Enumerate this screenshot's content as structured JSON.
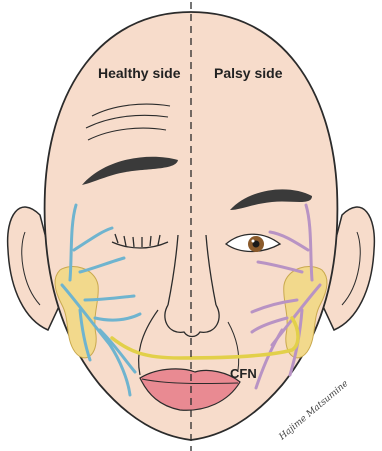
{
  "labels": {
    "healthy_side": "Healthy side",
    "palsy_side": "Palsy side",
    "cfn": "CFN"
  },
  "signature": "Hajime Matsumine",
  "colors": {
    "skin": "#f7dccb",
    "outline": "#2b2b2b",
    "healthy_nerve": "#6fb4cf",
    "palsy_nerve": "#b893c4",
    "cross_facial_nerve": "#e2d04a",
    "parotid": "#f2d98c",
    "lips": "#e98a92",
    "eyebrow": "#3a3a3a",
    "iris": "#8a5a2b"
  }
}
